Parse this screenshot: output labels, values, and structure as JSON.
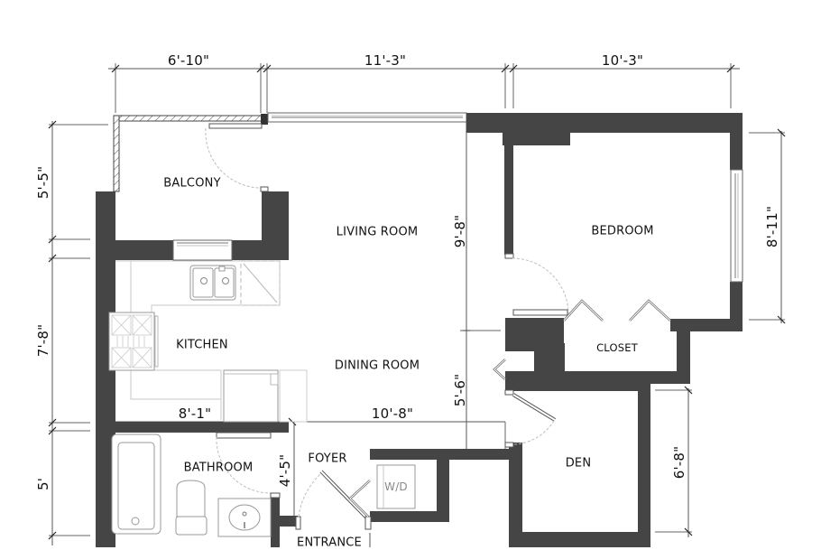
{
  "floor_plan": {
    "rooms": [
      {
        "id": "balcony",
        "label": "BALCONY"
      },
      {
        "id": "living_room",
        "label": "LIVING ROOM"
      },
      {
        "id": "bedroom",
        "label": "BEDROOM"
      },
      {
        "id": "kitchen",
        "label": "KITCHEN"
      },
      {
        "id": "dining_room",
        "label": "DINING ROOM"
      },
      {
        "id": "closet",
        "label": "CLOSET"
      },
      {
        "id": "bathroom",
        "label": "BATHROOM"
      },
      {
        "id": "foyer",
        "label": "FOYER"
      },
      {
        "id": "den",
        "label": "DEN"
      },
      {
        "id": "entrance",
        "label": "ENTRANCE"
      }
    ],
    "appliances": {
      "washer_dryer": "W/D"
    },
    "dimensions": {
      "top_balcony_width": "6'-10\"",
      "top_living_width": "11'-3\"",
      "top_bedroom_width": "10'-3\"",
      "left_balcony_depth": "5'-5\"",
      "left_kitchen_depth": "7'-8\"",
      "left_bathroom_depth": "5'",
      "kitchen_width": "8'-1\"",
      "dining_width": "10'-8\"",
      "living_depth": "9'-8\"",
      "dining_depth": "5'-6\"",
      "foyer_depth": "4'-5\"",
      "bedroom_depth": "8'-11\"",
      "den_depth": "6'-8\""
    },
    "colors": {
      "wall": "#454545",
      "background": "#ffffff",
      "text": "#111111"
    }
  }
}
